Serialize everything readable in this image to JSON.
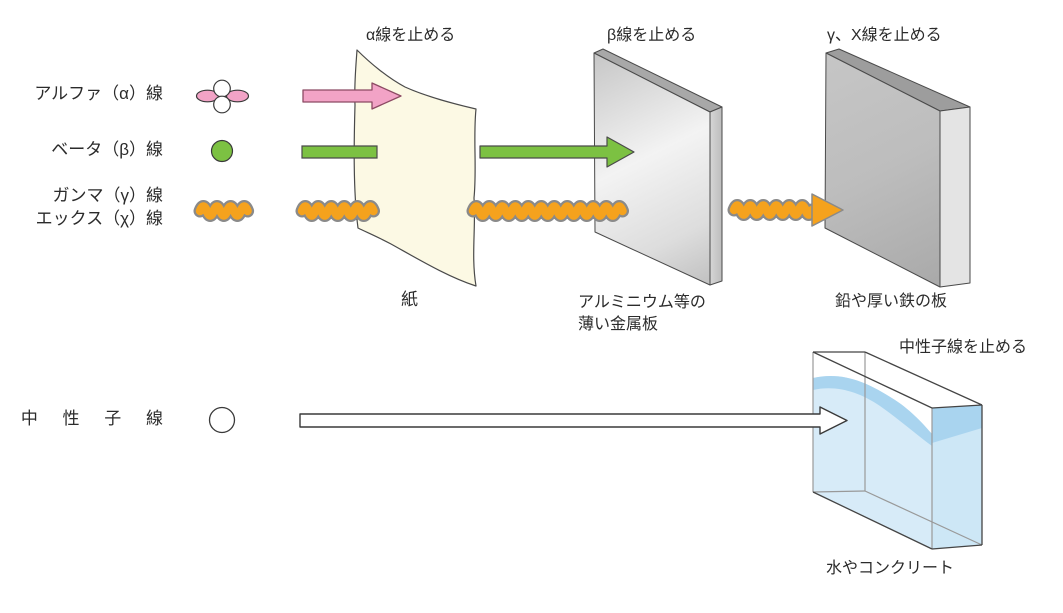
{
  "diagram": {
    "stop_labels": {
      "alpha": "α線を止める",
      "beta": "β線を止める",
      "gamma_x": "γ、X線を止める",
      "neutron": "中性子線を止める"
    },
    "ray_labels": {
      "alpha": "アルファ（α）線",
      "beta": "ベータ（β）線",
      "gamma": "ガンマ（γ）線",
      "xray": "エックス（χ）線",
      "neutron": "中 性 子 線"
    },
    "shield_labels": {
      "paper": "紙",
      "metal_line1": "アルミニウム等の",
      "metal_line2": "薄い金属板",
      "lead": "鉛や厚い鉄の板",
      "water": "水やコンクリート"
    },
    "icons": {
      "alpha": "alpha-particle-icon",
      "beta": "beta-particle-icon",
      "gamma": "gamma-wave-icon",
      "neutron": "neutron-particle-icon"
    },
    "colors": {
      "alpha_pink": "#f2a3c6",
      "alpha_outline": "#8c4a63",
      "beta_green": "#7cc142",
      "gamma_orange": "#f5a21d",
      "wave_outline": "#8a8a8a",
      "paper_cream": "#fcf9e4",
      "aluminum_gray": "#d9d9d9",
      "lead_gray": "#b5b5b5",
      "water_blue": "#d7ebf8",
      "water_surface_blue": "#a9d4ef"
    }
  }
}
